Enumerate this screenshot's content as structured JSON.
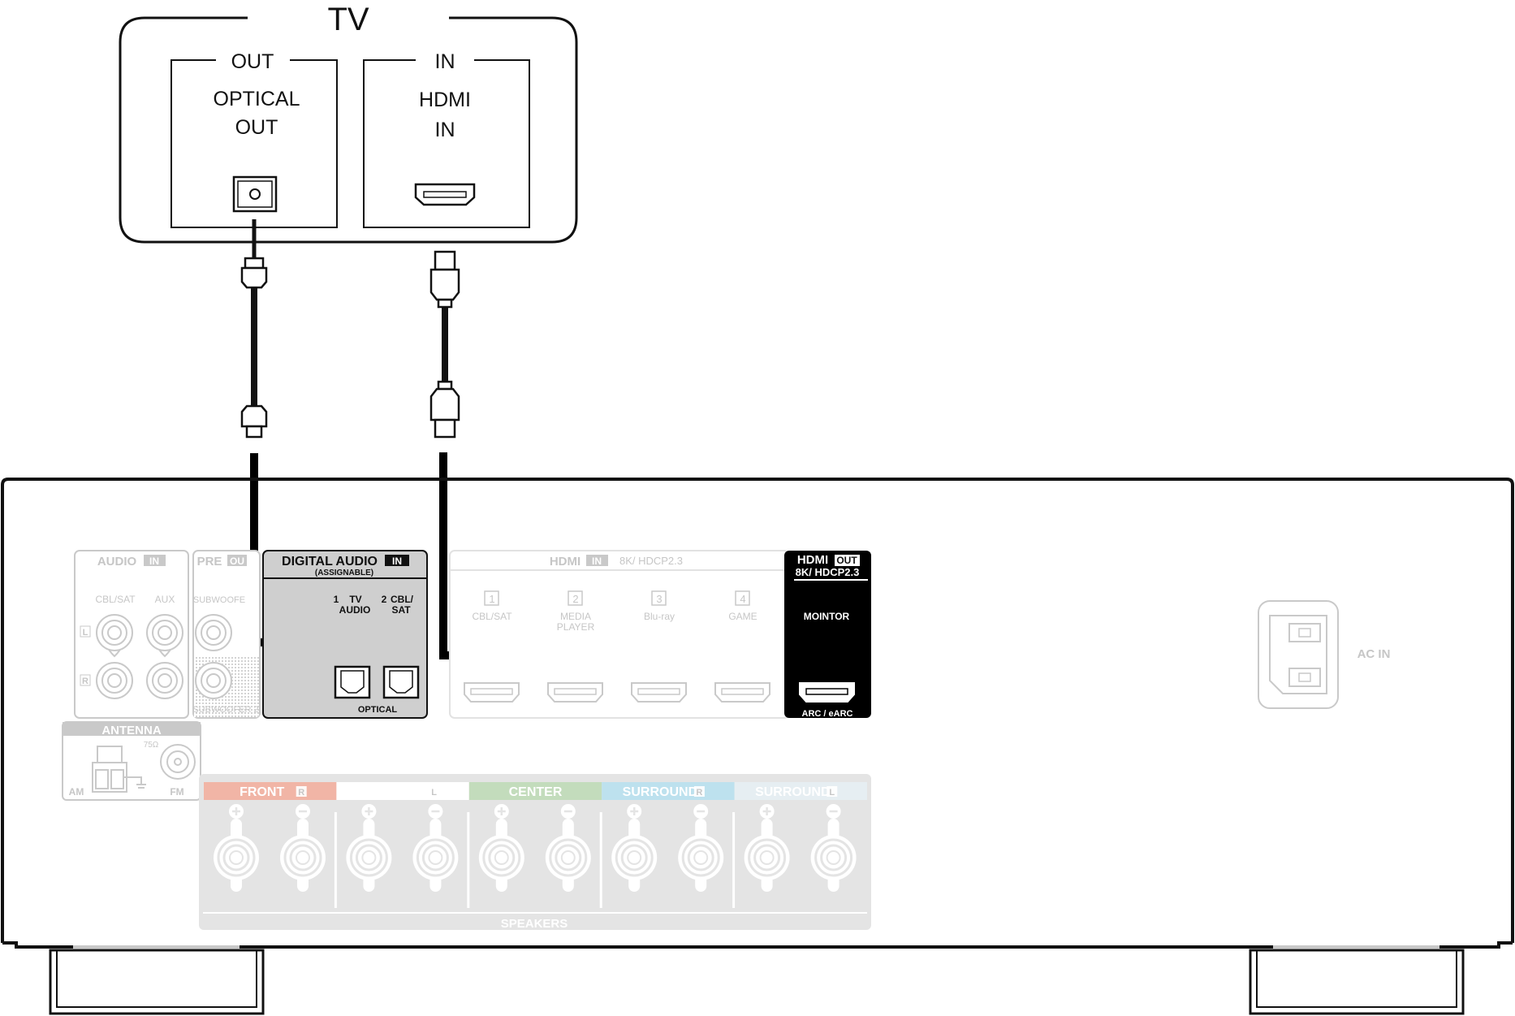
{
  "tv": {
    "title": "TV",
    "out_group": "OUT",
    "optical_line1": "OPTICAL",
    "optical_line2": "OUT",
    "in_group": "IN",
    "hdmi_line1": "HDMI",
    "hdmi_line2": "IN"
  },
  "receiver": {
    "audio_in": {
      "title": "AUDIO",
      "badge": "IN",
      "col1": "CBL/SAT",
      "col2": "AUX",
      "left": "L",
      "right": "R"
    },
    "pre_out": {
      "title": "PRE",
      "badge": "OU",
      "sub1": "SUBWOOFE",
      "sub2": "SUBWOOFER 2"
    },
    "digital_audio": {
      "title": "DIGITAL AUDIO",
      "badge": "IN",
      "assignable": "(ASSIGNABLE)",
      "in1_num": "1",
      "in1_l1": "TV",
      "in1_l2": "AUDIO",
      "in2_num": "2",
      "in2_l1": "CBL/",
      "in2_l2": "SAT",
      "optical": "OPTICAL"
    },
    "hdmi_in": {
      "title": "HDMI",
      "badge": "IN",
      "spec": "8K/ HDCP2.3",
      "ports": [
        {
          "num": "1",
          "l1": "CBL/SAT",
          "l2": ""
        },
        {
          "num": "2",
          "l1": "MEDIA",
          "l2": "PLAYER"
        },
        {
          "num": "3",
          "l1": "Blu-ray",
          "l2": ""
        },
        {
          "num": "4",
          "l1": "GAME",
          "l2": ""
        }
      ]
    },
    "hdmi_out": {
      "title": "HDMI",
      "badge": "OUT",
      "spec": "8K/ HDCP2.3",
      "monitor": "MOINTOR",
      "arc": "ARC / eARC"
    },
    "antenna": {
      "title": "ANTENNA",
      "ohm": "75Ω",
      "am": "AM",
      "fm": "FM"
    },
    "speakers": {
      "title": "SPEAKERS",
      "channels": [
        {
          "name": "FRONT",
          "side": "R",
          "color": "#f1b5a6"
        },
        {
          "name": "FRONT",
          "side": "L",
          "color": "#ffffff"
        },
        {
          "name": "CENTER",
          "side": "",
          "color": "#c3dcbc"
        },
        {
          "name": "SURROUND",
          "side": "R",
          "color": "#bde1ee"
        },
        {
          "name": "SURROUND",
          "side": "L",
          "color": "#e6eef2"
        }
      ]
    },
    "ac_in": "AC IN"
  },
  "colors": {
    "cable": "#000000",
    "faded": "#c9c9c9",
    "panel": "#e4e4e4",
    "highlight_panel": "#cfcfcf",
    "hdmi_out_bg": "#000000"
  }
}
